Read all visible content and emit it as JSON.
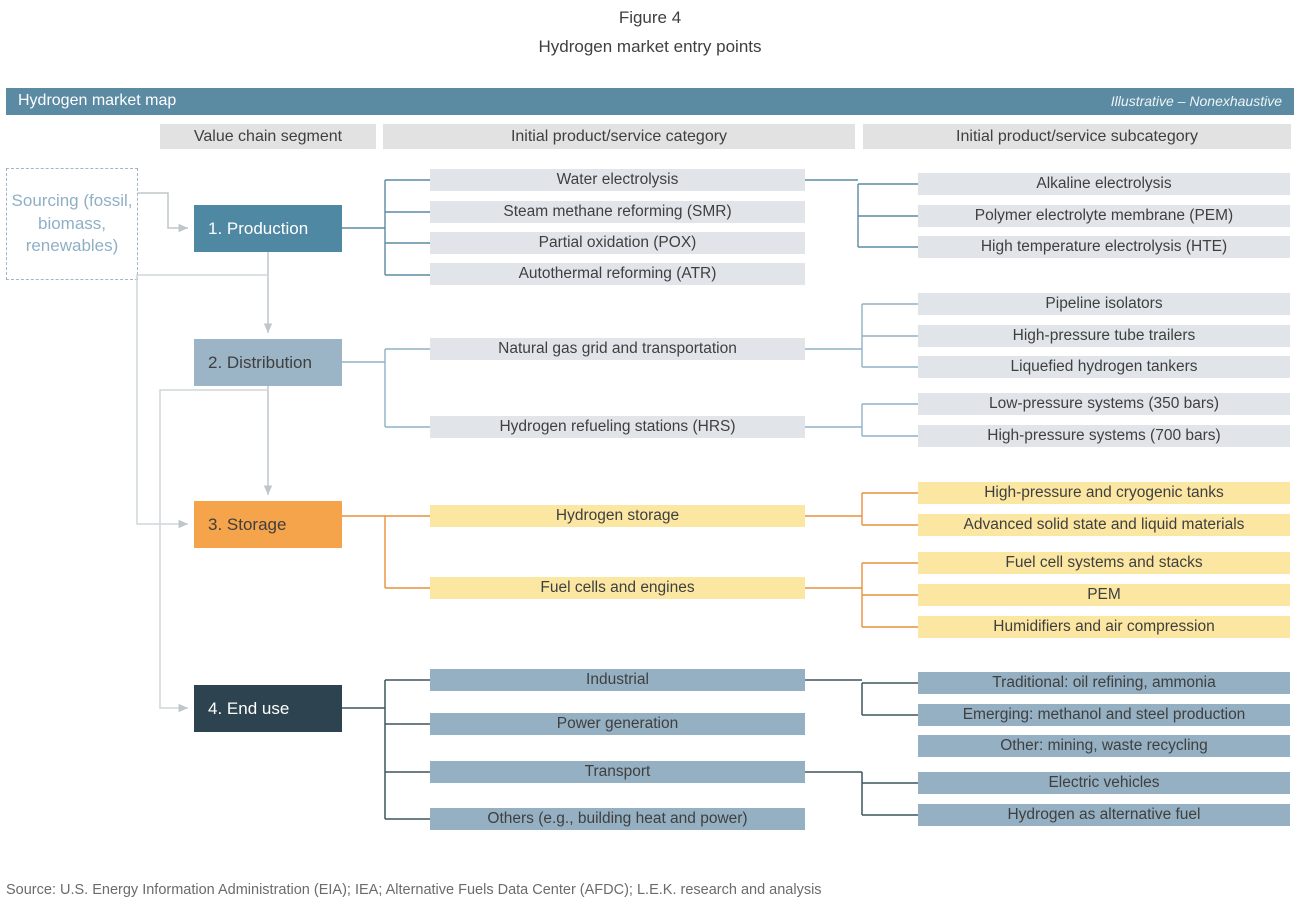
{
  "figure": {
    "number": "Figure 4",
    "subtitle": "Hydrogen market entry points"
  },
  "banner": {
    "title": "Hydrogen market map",
    "note": "Illustrative – Nonexhaustive"
  },
  "column_headers": [
    "Value chain segment",
    "Initial product/service category",
    "Initial product/service subcategory"
  ],
  "sourcing": {
    "label": "Sourcing (fossil, biomass, renewables)"
  },
  "stages": [
    {
      "label": "1. Production",
      "color": "#4f88a3",
      "text_color": "#ffffff"
    },
    {
      "label": "2. Distribution",
      "color": "#9cb5c6",
      "text_color": "#3f3f3f"
    },
    {
      "label": "3. Storage",
      "color": "#f6a44b",
      "text_color": "#3f3f3f"
    },
    {
      "label": "4. End use",
      "color": "#2d4450",
      "text_color": "#ffffff"
    }
  ],
  "categories": [
    {
      "label": "Water electrolysis",
      "stage": 0
    },
    {
      "label": "Steam methane reforming (SMR)",
      "stage": 0
    },
    {
      "label": "Partial oxidation (POX)",
      "stage": 0
    },
    {
      "label": "Autothermal reforming (ATR)",
      "stage": 0
    },
    {
      "label": "Natural gas grid and transportation",
      "stage": 1
    },
    {
      "label": "Hydrogen refueling stations (HRS)",
      "stage": 1
    },
    {
      "label": "Hydrogen storage",
      "stage": 2
    },
    {
      "label": "Fuel cells and engines",
      "stage": 2
    },
    {
      "label": "Industrial",
      "stage": 3
    },
    {
      "label": "Power generation",
      "stage": 3
    },
    {
      "label": "Transport",
      "stage": 3
    },
    {
      "label": "Others (e.g., building heat and power)",
      "stage": 3
    }
  ],
  "subcategories": [
    {
      "label": "Alkaline electrolysis",
      "parent": "Water electrolysis"
    },
    {
      "label": "Polymer electrolyte membrane (PEM)",
      "parent": "Water electrolysis"
    },
    {
      "label": "High temperature electrolysis (HTE)",
      "parent": "Water electrolysis"
    },
    {
      "label": "Pipeline isolators",
      "parent": "Natural gas grid and transportation"
    },
    {
      "label": "High-pressure tube trailers",
      "parent": "Natural gas grid and transportation"
    },
    {
      "label": "Liquefied hydrogen tankers",
      "parent": "Natural gas grid and transportation"
    },
    {
      "label": "Low-pressure systems (350 bars)",
      "parent": "Hydrogen refueling stations (HRS)"
    },
    {
      "label": "High-pressure systems (700 bars)",
      "parent": "Hydrogen refueling stations (HRS)"
    },
    {
      "label": "High-pressure and cryogenic tanks",
      "parent": "Hydrogen storage"
    },
    {
      "label": "Advanced solid state and liquid materials",
      "parent": "Hydrogen storage"
    },
    {
      "label": "Fuel cell systems and stacks",
      "parent": "Fuel cells and engines"
    },
    {
      "label": "PEM",
      "parent": "Fuel cells and engines"
    },
    {
      "label": "Humidifiers and air compression",
      "parent": "Fuel cells and engines"
    },
    {
      "label": "Traditional: oil refining, ammonia",
      "parent": "Industrial"
    },
    {
      "label": "Emerging: methanol and steel production",
      "parent": "Industrial"
    },
    {
      "label": "Other: mining, waste recycling",
      "parent": "Industrial"
    },
    {
      "label": "Electric vehicles",
      "parent": "Transport"
    },
    {
      "label": "Hydrogen as alternative fuel",
      "parent": "Transport"
    }
  ],
  "source": "Source: U.S. Energy Information Administration (EIA); IEA; Alternative Fuels Data Center (AFDC); L.E.K. research and analysis",
  "colors": {
    "banner": "#5b8aa3",
    "header_bar": "#e2e2e2",
    "grey_bar": "#e1e5ea",
    "yellow_bar": "#fbe6a2",
    "blue_bar": "#95b0c2",
    "production": "#4f88a3",
    "distribution": "#9cb5c6",
    "storage": "#f6a44b",
    "end_use": "#2d4450",
    "sourcing_border": "#9fb6c6"
  }
}
